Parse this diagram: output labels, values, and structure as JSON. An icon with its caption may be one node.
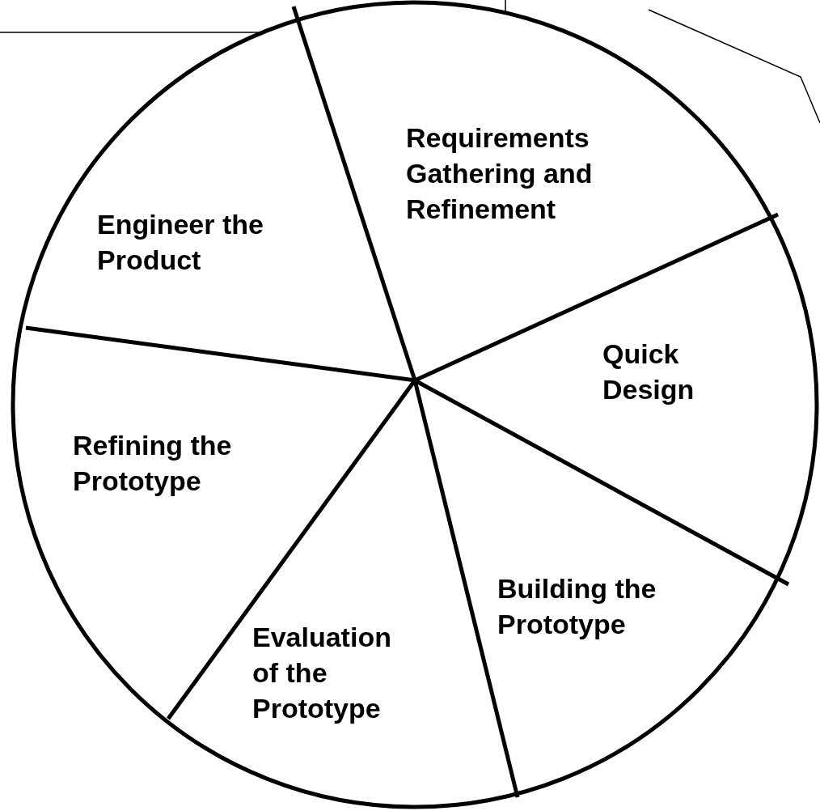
{
  "diagram": {
    "nodes": [
      {
        "text": [
          "Requirements Gathering and Refinement"
        ]
      },
      {
        "text": [
          "Quick Design"
        ]
      },
      {
        "text": [
          "Building the Prototype"
        ]
      },
      {
        "text": [
          "Evaluation of the Prototype"
        ]
      },
      {
        "text": [
          "Refining the Prototype"
        ]
      },
      {
        "text": [
          "Engineer the Product"
        ]
      }
    ]
  }
}
